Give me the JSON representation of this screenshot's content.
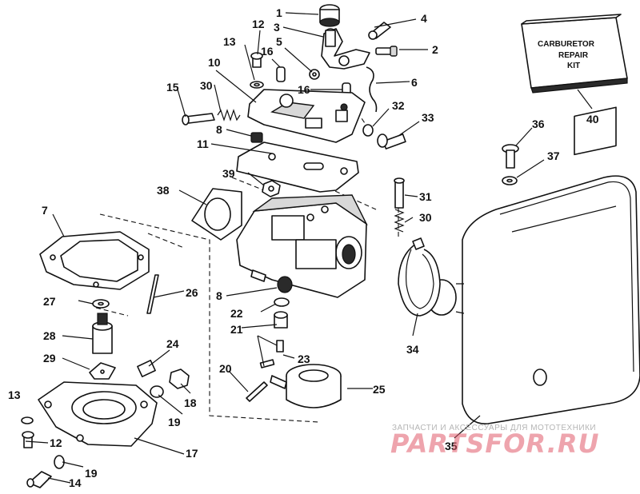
{
  "callouts": {
    "c1": "1",
    "c2": "2",
    "c3": "3",
    "c4": "4",
    "c5": "5",
    "c6": "6",
    "c7": "7",
    "c8a": "8",
    "c8b": "8",
    "c10": "10",
    "c11": "11",
    "c12a": "12",
    "c12b": "12",
    "c13a": "13",
    "c13b": "13",
    "c14": "14",
    "c15": "15",
    "c16a": "16",
    "c16b": "16",
    "c17": "17",
    "c18": "18",
    "c19a": "19",
    "c19b": "19",
    "c20": "20",
    "c21": "21",
    "c22": "22",
    "c23": "23",
    "c24": "24",
    "c25": "25",
    "c26": "26",
    "c27": "27",
    "c28": "28",
    "c29": "29",
    "c30a": "30",
    "c30b": "30",
    "c31": "31",
    "c32": "32",
    "c33": "33",
    "c34": "34",
    "c35": "35",
    "c36": "36",
    "c37": "37",
    "c38": "38",
    "c39": "39",
    "c40": "40"
  },
  "kit_box": {
    "line1": "CARBURETOR",
    "line2": "REPAIR",
    "line3": "KIT"
  },
  "watermark": {
    "caption": "ЗАПЧАСТИ И АКСЕССУАРЫ ДЛЯ МОТОТЕХНИКИ",
    "brand": "PARTSFOR.RU"
  }
}
